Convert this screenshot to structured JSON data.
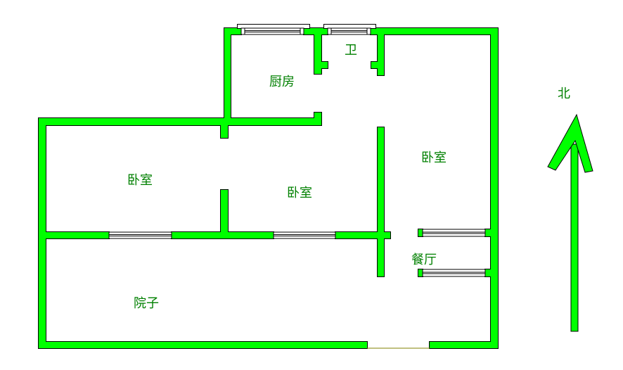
{
  "rooms": {
    "kitchen": "厨房",
    "bathroom": "卫",
    "bedroom_left": "卧室",
    "bedroom_middle": "卧室",
    "bedroom_right": "卧室",
    "dining": "餐厅",
    "yard": "院子"
  },
  "compass": {
    "north_label": "北"
  },
  "colors": {
    "wall": "#00FF00",
    "outline": "#000000",
    "label": "#008000",
    "door": "#808000"
  }
}
